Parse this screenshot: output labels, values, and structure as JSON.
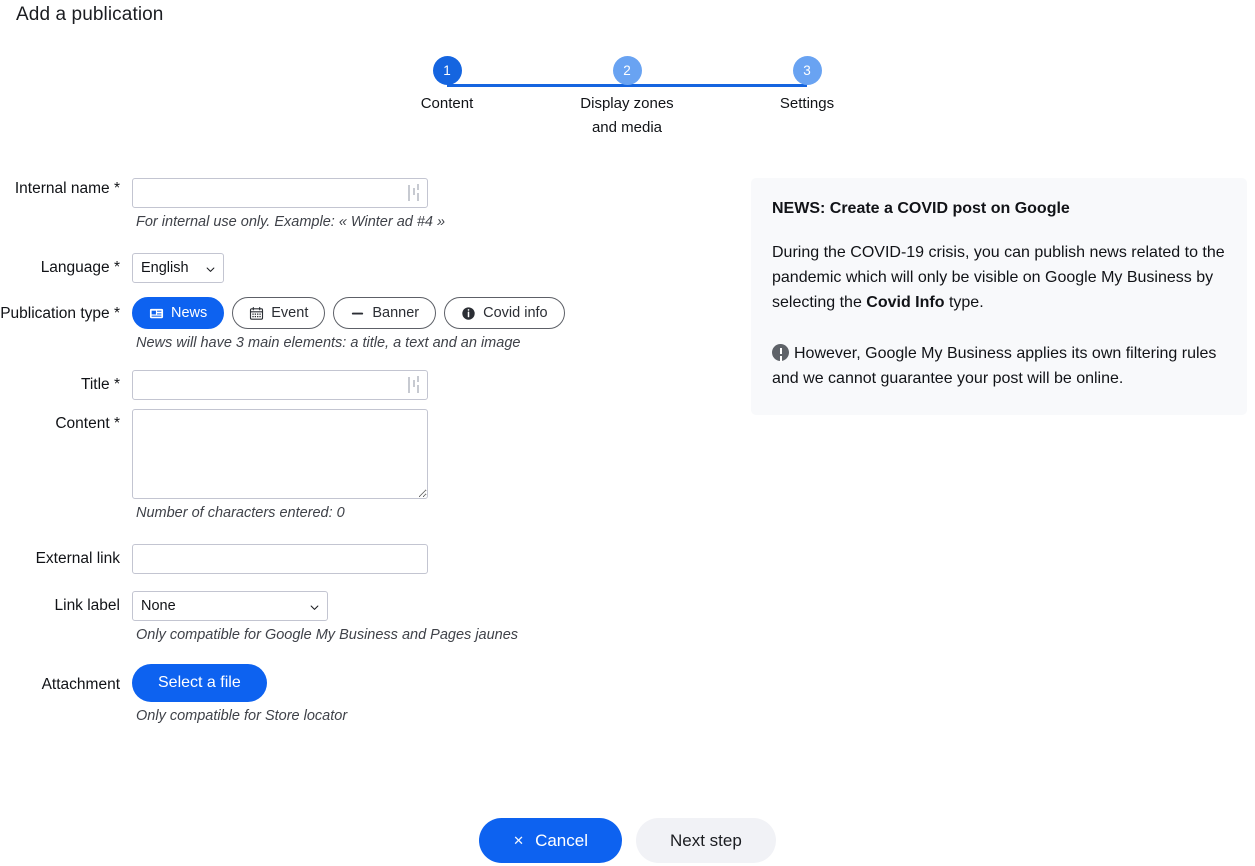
{
  "page": {
    "title": "Add a publication"
  },
  "stepper": {
    "steps": [
      {
        "number": "1",
        "label": "Content",
        "state": "active"
      },
      {
        "number": "2",
        "label": "Display zones\nand media",
        "state": "inactive"
      },
      {
        "number": "3",
        "label": "Settings",
        "state": "inactive"
      }
    ],
    "colors": {
      "active": "#1565e0",
      "inactive": "#69a3f2",
      "line": "#1565e0"
    }
  },
  "form": {
    "internal_name": {
      "label": "Internal name *",
      "value": "",
      "placeholder": "",
      "hint": "For internal use only. Example: « Winter ad #4 »"
    },
    "language": {
      "label": "Language *",
      "value": "English",
      "options": [
        "English"
      ]
    },
    "publication_type": {
      "label": "Publication type *",
      "hint": "News will have 3 main elements: a title, a text and an image",
      "options": [
        {
          "label": "News",
          "icon": "newspaper-icon",
          "selected": true
        },
        {
          "label": "Event",
          "icon": "calendar-icon",
          "selected": false
        },
        {
          "label": "Banner",
          "icon": "minus-icon",
          "selected": false
        },
        {
          "label": "Covid info",
          "icon": "info-circle-icon",
          "selected": false
        }
      ]
    },
    "title": {
      "label": "Title *",
      "value": "",
      "placeholder": ""
    },
    "content": {
      "label": "Content *",
      "value": "",
      "placeholder": "",
      "hint": "Number of characters entered: 0"
    },
    "external_link": {
      "label": "External link",
      "value": "",
      "placeholder": ""
    },
    "link_label": {
      "label": "Link label",
      "value": "None",
      "options": [
        "None"
      ],
      "hint": "Only compatible for Google My Business and Pages jaunes"
    },
    "attachment": {
      "label": "Attachment",
      "button_label": "Select a file",
      "hint": "Only compatible for Store locator"
    }
  },
  "info_panel": {
    "title": "NEWS: Create a COVID post on Google",
    "body_part1": "During the COVID-19 crisis, you can publish news related to the pandemic which will only be visible on Google My Business by selecting the ",
    "body_strong": "Covid Info",
    "body_part2": " type.",
    "note": "However, Google My Business applies its own filtering rules and we cannot guarantee your post will be online.",
    "background": "#f8f9fb"
  },
  "footer": {
    "cancel_label": "Cancel",
    "cancel_icon": "close-icon",
    "next_label": "Next step",
    "primary_color": "#0d62f0"
  }
}
